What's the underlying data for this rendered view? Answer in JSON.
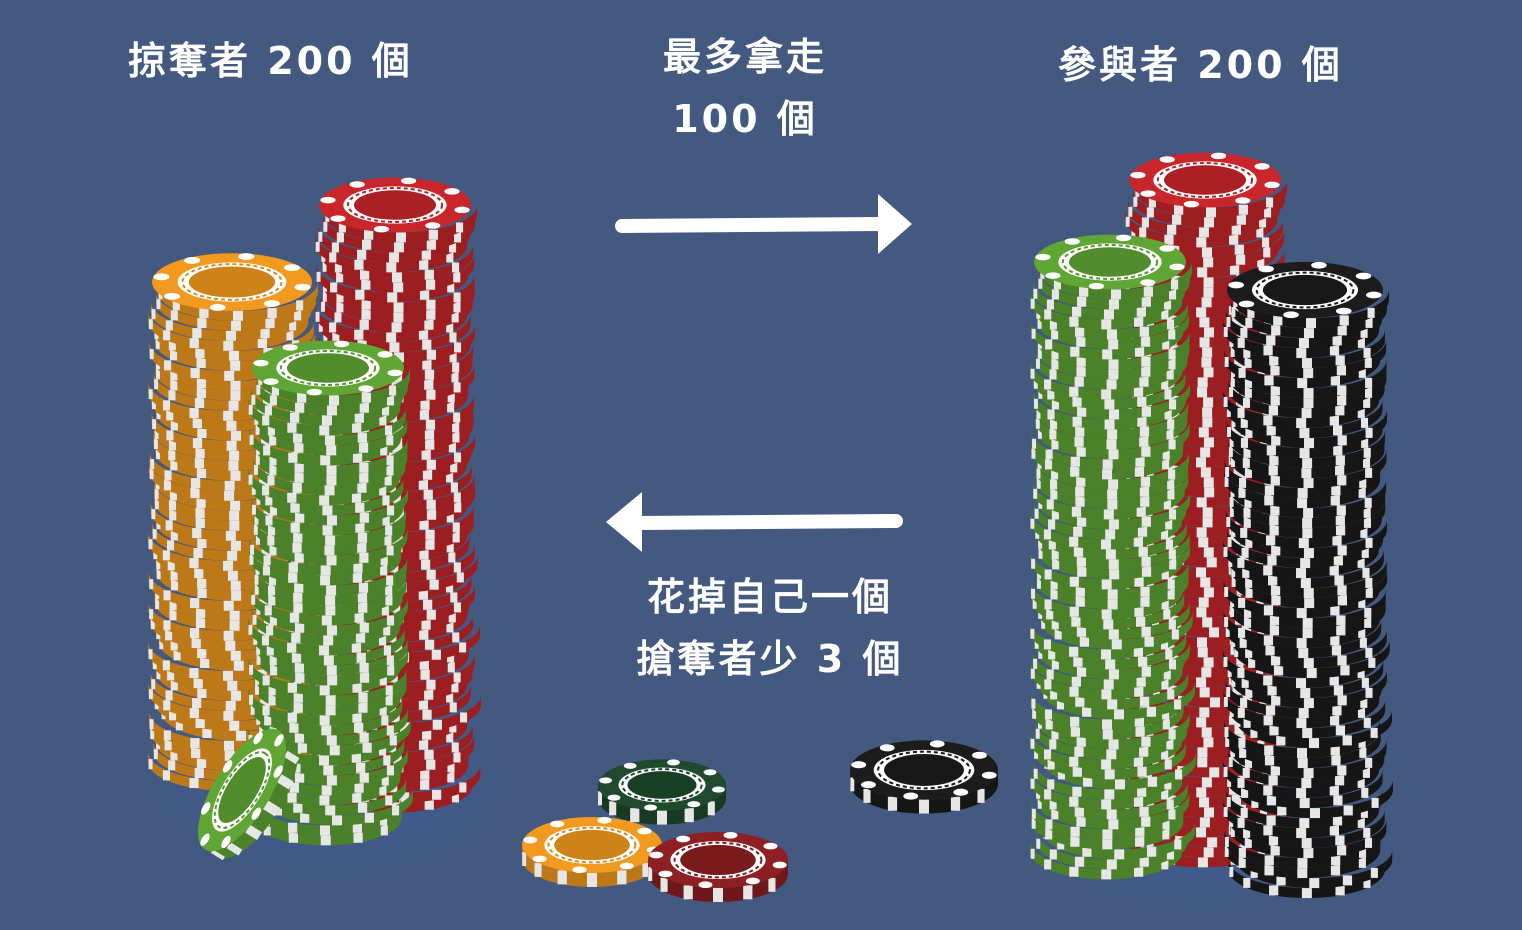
{
  "labels": {
    "left_title": "掠奪者 200 個",
    "right_title": "參與者 200 個",
    "top_arrow_line1": "最多拿走",
    "top_arrow_line2": "100 個",
    "bottom_arrow_line1": "花掉自己一個",
    "bottom_arrow_line2": "搶奪者少 3 個"
  },
  "colors": {
    "background": "#43597f",
    "arrow": "#ffffff",
    "chip_red": "#c8262a",
    "chip_orange": "#f29a1f",
    "chip_green": "#5fa635",
    "chip_black": "#1c1c1c",
    "chip_dark_green": "#1f4a2e",
    "chip_dark_red": "#8e1f22",
    "chip_white": "#ffffff"
  },
  "icons": {
    "right_arrow": "arrow-right-icon",
    "left_arrow": "arrow-left-icon",
    "chip": "poker-chip-icon"
  }
}
